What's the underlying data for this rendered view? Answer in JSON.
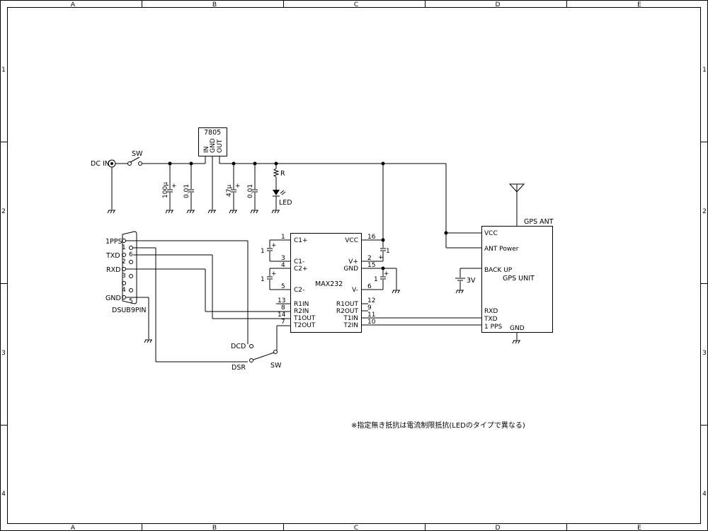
{
  "border": {
    "columns": [
      "A",
      "B",
      "C",
      "D",
      "E"
    ],
    "rows": [
      "1",
      "2",
      "3",
      "4"
    ]
  },
  "regulator": {
    "name": "7805",
    "pins": [
      "IN",
      "GND",
      "OUT"
    ]
  },
  "power": {
    "dc_in": "DC IN",
    "switch": "SW",
    "caps": [
      "100μ",
      "0.01",
      "47μ",
      "0.01"
    ],
    "resistor": "R",
    "led": "LED"
  },
  "connector": {
    "name": "DSUB9PIN",
    "signals": [
      "1PPS",
      "TXD",
      "RXD",
      "GND"
    ],
    "pins": [
      "1",
      "6",
      "2",
      "3",
      "4",
      "5"
    ]
  },
  "max232": {
    "name": "MAX232",
    "left_pins": [
      {
        "num": "1",
        "name": "C1+"
      },
      {
        "num": "3",
        "name": "C1-"
      },
      {
        "num": "4",
        "name": "C2+"
      },
      {
        "num": "5",
        "name": "C2-"
      },
      {
        "num": "13",
        "name": "R1IN"
      },
      {
        "num": "8",
        "name": "R2IN"
      },
      {
        "num": "14",
        "name": "T1OUT"
      },
      {
        "num": "7",
        "name": "T2OUT"
      }
    ],
    "right_pins": [
      {
        "num": "16",
        "name": "VCC"
      },
      {
        "num": "2",
        "name": "V+"
      },
      {
        "num": "15",
        "name": "GND"
      },
      {
        "num": "6",
        "name": "V-"
      },
      {
        "num": "12",
        "name": "R1OUT"
      },
      {
        "num": "9",
        "name": "R2OUT"
      },
      {
        "num": "11",
        "name": "T1IN"
      },
      {
        "num": "10",
        "name": "T2IN"
      }
    ],
    "cap_labels": [
      "1",
      "1",
      "1",
      "1"
    ]
  },
  "selector": {
    "dcd": "DCD",
    "dsr": "DSR",
    "switch": "SW"
  },
  "gps": {
    "unit": "GPS UNIT",
    "antenna": "GPS ANT",
    "pins": [
      "VCC",
      "ANT Power",
      "BACK UP",
      "RXD",
      "TXD",
      "1 PPS",
      "GND"
    ],
    "battery": "3V"
  },
  "note": "※指定無き抵抗は電流制限抵抗(LEDのタイプで異なる)"
}
